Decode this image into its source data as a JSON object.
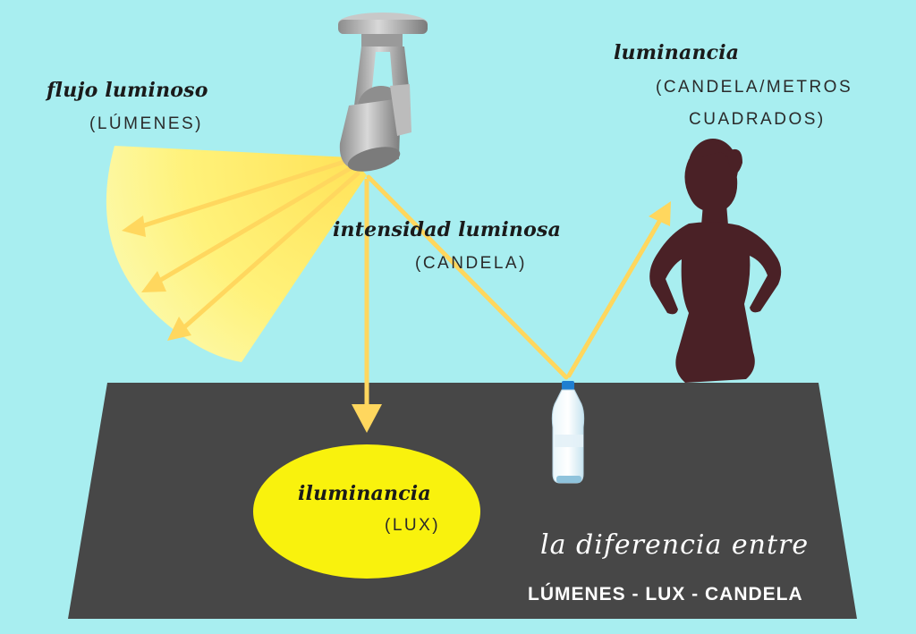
{
  "labels": {
    "flujo_title": "flujo luminoso",
    "flujo_unit": "(LÚMENES)",
    "intensidad_title": "intensidad luminosa",
    "intensidad_unit": "(CANDELA)",
    "luminancia_title": "luminancia",
    "luminancia_unit_line1": "(CANDELA/METROS",
    "luminancia_unit_line2": "CUADRADOS)",
    "iluminancia_title": "iluminancia",
    "iluminancia_unit": "(LUX)",
    "footer_script": "la diferencia entre",
    "footer_caps": "LÚMENES - LUX - CANDELA"
  },
  "colors": {
    "background": "#a8eef0",
    "floor": "#474747",
    "light_cone": "#fff06a",
    "arrow": "#ffd75e",
    "spot": "#f9f20d",
    "silhouette": "#4a2126",
    "fixture": "#a9a9a9"
  },
  "icons": [
    "ceiling-spotlight-icon",
    "water-bottle-icon",
    "girl-silhouette-icon"
  ]
}
